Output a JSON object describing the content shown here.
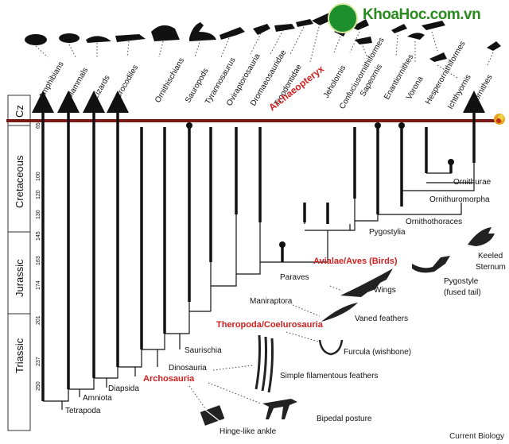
{
  "watermark": {
    "text": "KhoaHoc.com.vn",
    "icon": "lightbulb-logo-icon"
  },
  "credit": "Current Biology",
  "timescale": {
    "era_top": "Cz",
    "periods": [
      "Cretaceous",
      "Jurassic",
      "Triassic"
    ],
    "ticks": [
      "65",
      "100",
      "120",
      "130",
      "145",
      "163",
      "174",
      "201",
      "237",
      "250"
    ]
  },
  "taxa": [
    "Amphibians",
    "Mammals",
    "Lizards",
    "Crocodiles",
    "Ornithischians",
    "Sauropods",
    "Tyrannosaurus",
    "Oviraptorosauria",
    "Dromaeosauridae",
    "Troodontidae",
    "Archaeopteryx",
    "Jeholornis",
    "Confuciusornithiformes",
    "Sapeornis",
    "Enantiornithes",
    "Vorona",
    "Hesperornithiformes",
    "Ichthyornis",
    "Neornithes"
  ],
  "nodes": {
    "tetrapoda": "Tetrapoda",
    "amniota": "Amniota",
    "diapsida": "Diapsida",
    "archosauria": "Archosauria",
    "dinosauria": "Dinosauria",
    "saurischia": "Saurischia",
    "theropoda": "Theropoda/Coelurosauria",
    "maniraptora": "Maniraptora",
    "paraves": "Paraves",
    "avialae": "Avialae/Aves (Birds)",
    "pygostylia": "Pygostylia",
    "ornithothoraces": "Ornithothoraces",
    "ornithuromorpha": "Ornithuromorpha",
    "ornithurae": "Ornithurae"
  },
  "traits": {
    "hinge_ankle": "Hinge-like ankle",
    "bipedal": "Bipedal posture",
    "simple_feathers": "Simple filamentous feathers",
    "furcula": "Furcula (wishbone)",
    "vaned_feathers": "Vaned feathers",
    "wings": "Wings",
    "pygostyle": "Pygostyle",
    "pygostyle_note": "(fused tail)",
    "keeled": "Keeled",
    "sternum": "Sternum"
  },
  "colors": {
    "kpg_line": "#7a1a14",
    "highlight": "#d0201f",
    "watermark": "#2a8b1f"
  }
}
